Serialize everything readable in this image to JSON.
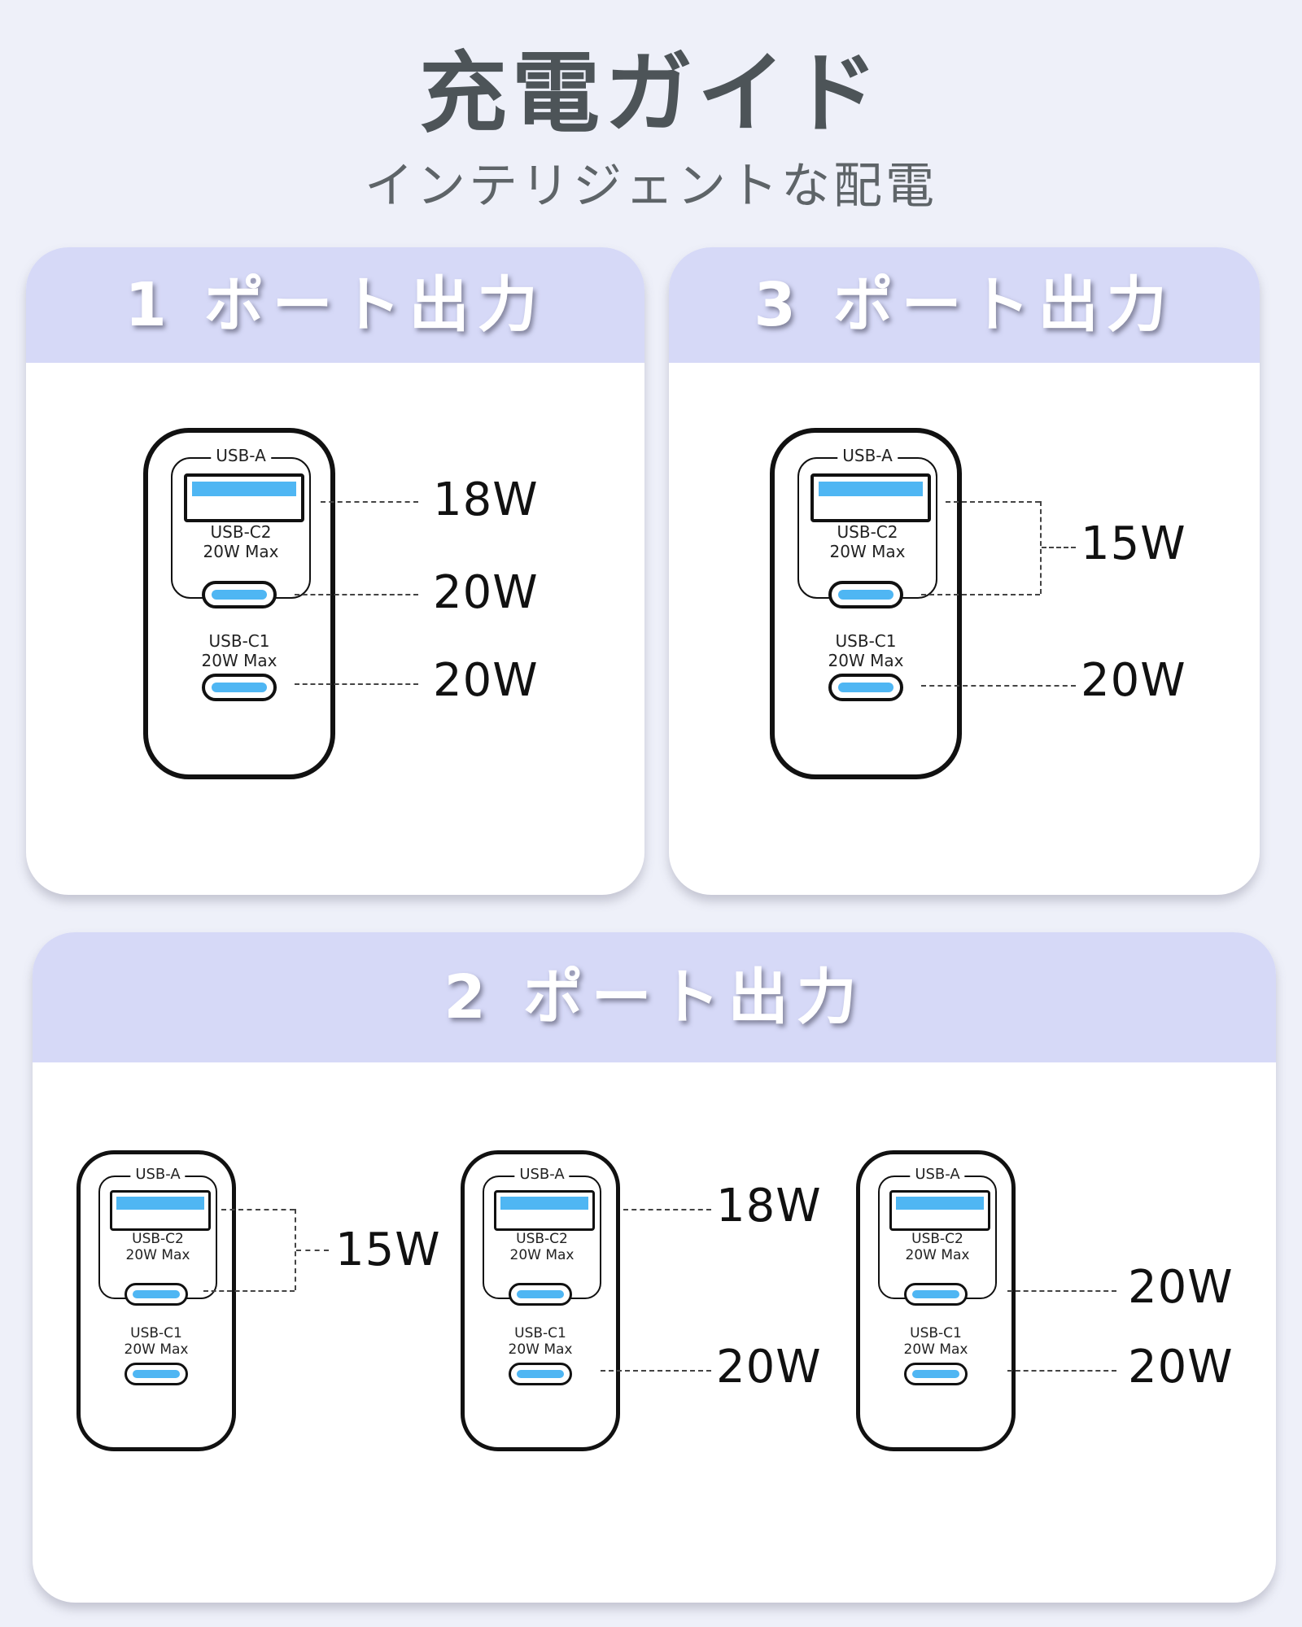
{
  "header": {
    "title": "充電ガイド",
    "subtitle": "インテリジェントな配電"
  },
  "labels": {
    "usb_a": "USB-A",
    "usb_c2": "USB-C2",
    "usb_c1": "USB-C1",
    "max_rating": "20W Max"
  },
  "cards": {
    "one_port": {
      "title": "1 ポート出力",
      "usb_a_output": "18W",
      "usb_c2_output": "20W",
      "usb_c1_output": "20W"
    },
    "three_port": {
      "title": "3 ポート出力",
      "usb_a_c2_shared_output": "15W",
      "usb_c1_output": "20W"
    },
    "two_port": {
      "title": "2 ポート出力",
      "combos": [
        {
          "shared_output": "15W"
        },
        {
          "usb_a_output": "18W",
          "usb_c1_output": "20W"
        },
        {
          "usb_c2_output": "20W",
          "usb_c1_output": "20W"
        }
      ]
    }
  },
  "colors": {
    "header_band": "#d6d9f7",
    "port_fill": "#4fb6f3",
    "title_text": "#4d5458"
  }
}
